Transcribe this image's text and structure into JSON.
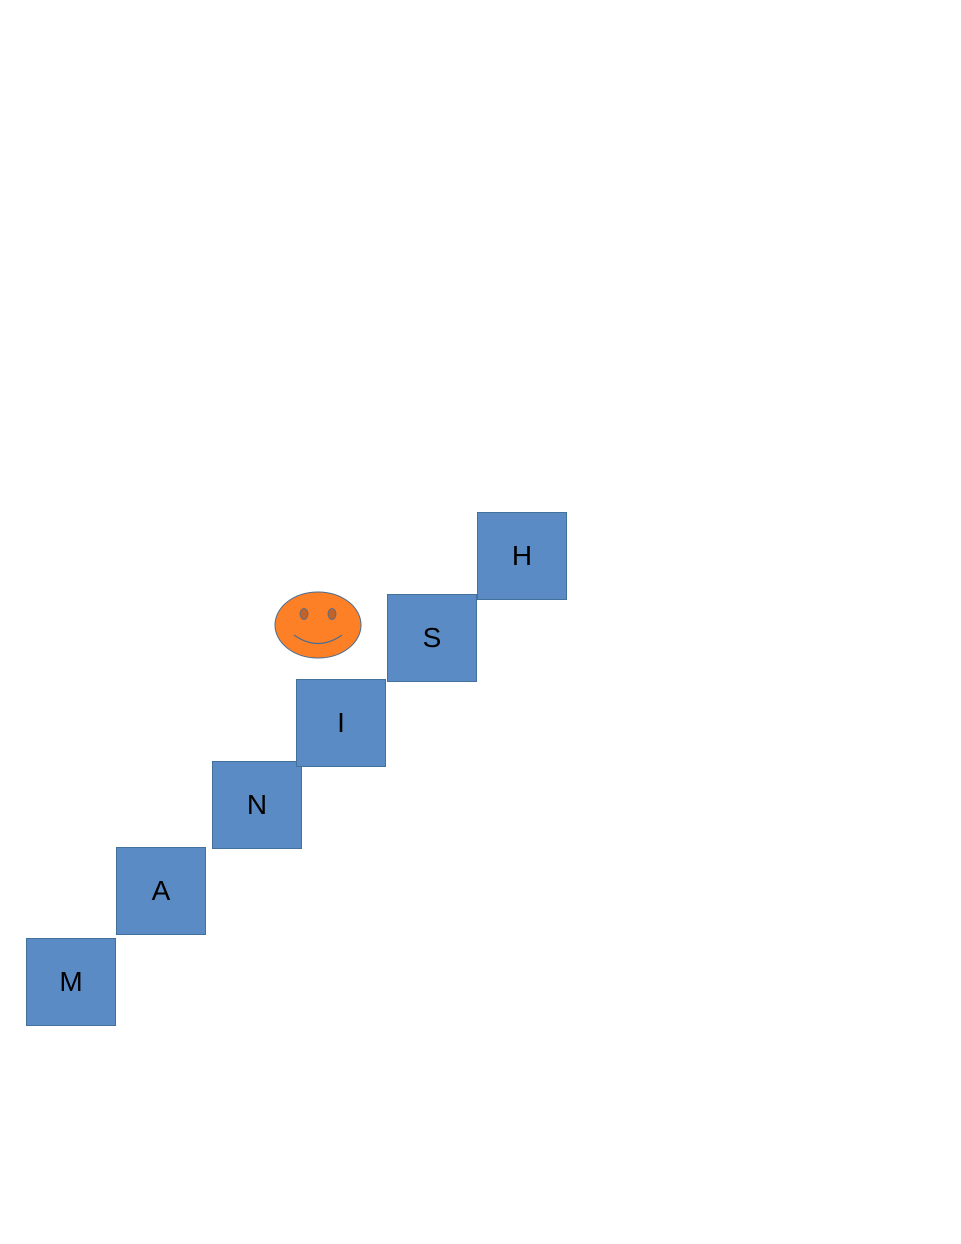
{
  "colors": {
    "box_fill": "#5b8bc5",
    "box_border": "#41719c",
    "smiley_fill": "#fd8026",
    "smiley_stroke": "#4a6d94",
    "smiley_eye_fill": "#c0622a"
  },
  "steps": [
    {
      "letter": "M"
    },
    {
      "letter": "A"
    },
    {
      "letter": "N"
    },
    {
      "letter": "I"
    },
    {
      "letter": "S"
    },
    {
      "letter": "H"
    }
  ],
  "smiley": {
    "icon": "smiley-face-icon"
  }
}
